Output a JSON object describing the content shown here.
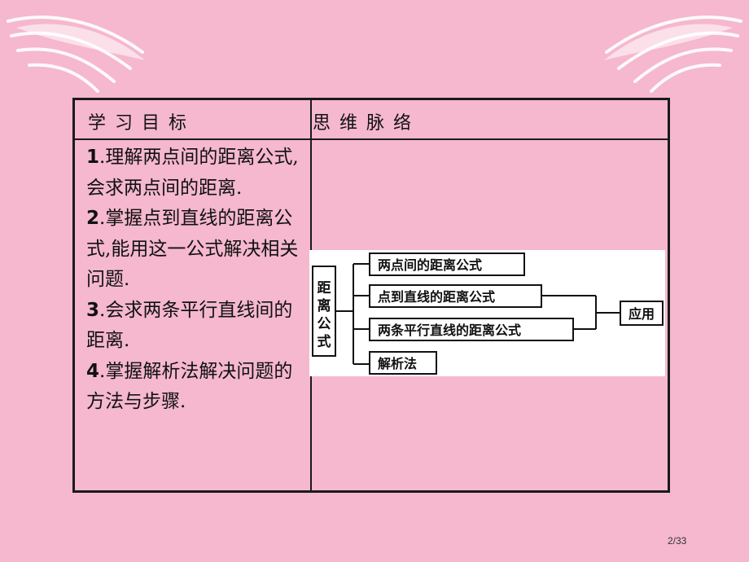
{
  "table": {
    "header_left": "学习目标",
    "header_right": "思维脉络",
    "goals": [
      {
        "num": "1",
        "kw": "理解",
        "rest_a": "两点间的距离公式,",
        "kw2": "会求",
        "rest_b": "两点间的距离."
      },
      {
        "num": "2",
        "kw": "掌握",
        "rest_a": "点到直线的距离公式,",
        "kw2": "能用",
        "rest_b": "这一公式解决相关问题."
      },
      {
        "num": "3",
        "kw": "会求",
        "rest_a": "两条平行直线间的距离.",
        "kw2": "",
        "rest_b": ""
      },
      {
        "num": "4",
        "kw": "掌握",
        "rest_a": "解析法解决问题的方法与步骤.",
        "kw2": "",
        "rest_b": ""
      }
    ]
  },
  "diagram": {
    "root": "距离公式",
    "branches": [
      "两点间的距离公式",
      "点到直线的距离公式",
      "两条平行直线的距离公式",
      "解析法"
    ],
    "target": "应用"
  },
  "page_number": "2/33"
}
